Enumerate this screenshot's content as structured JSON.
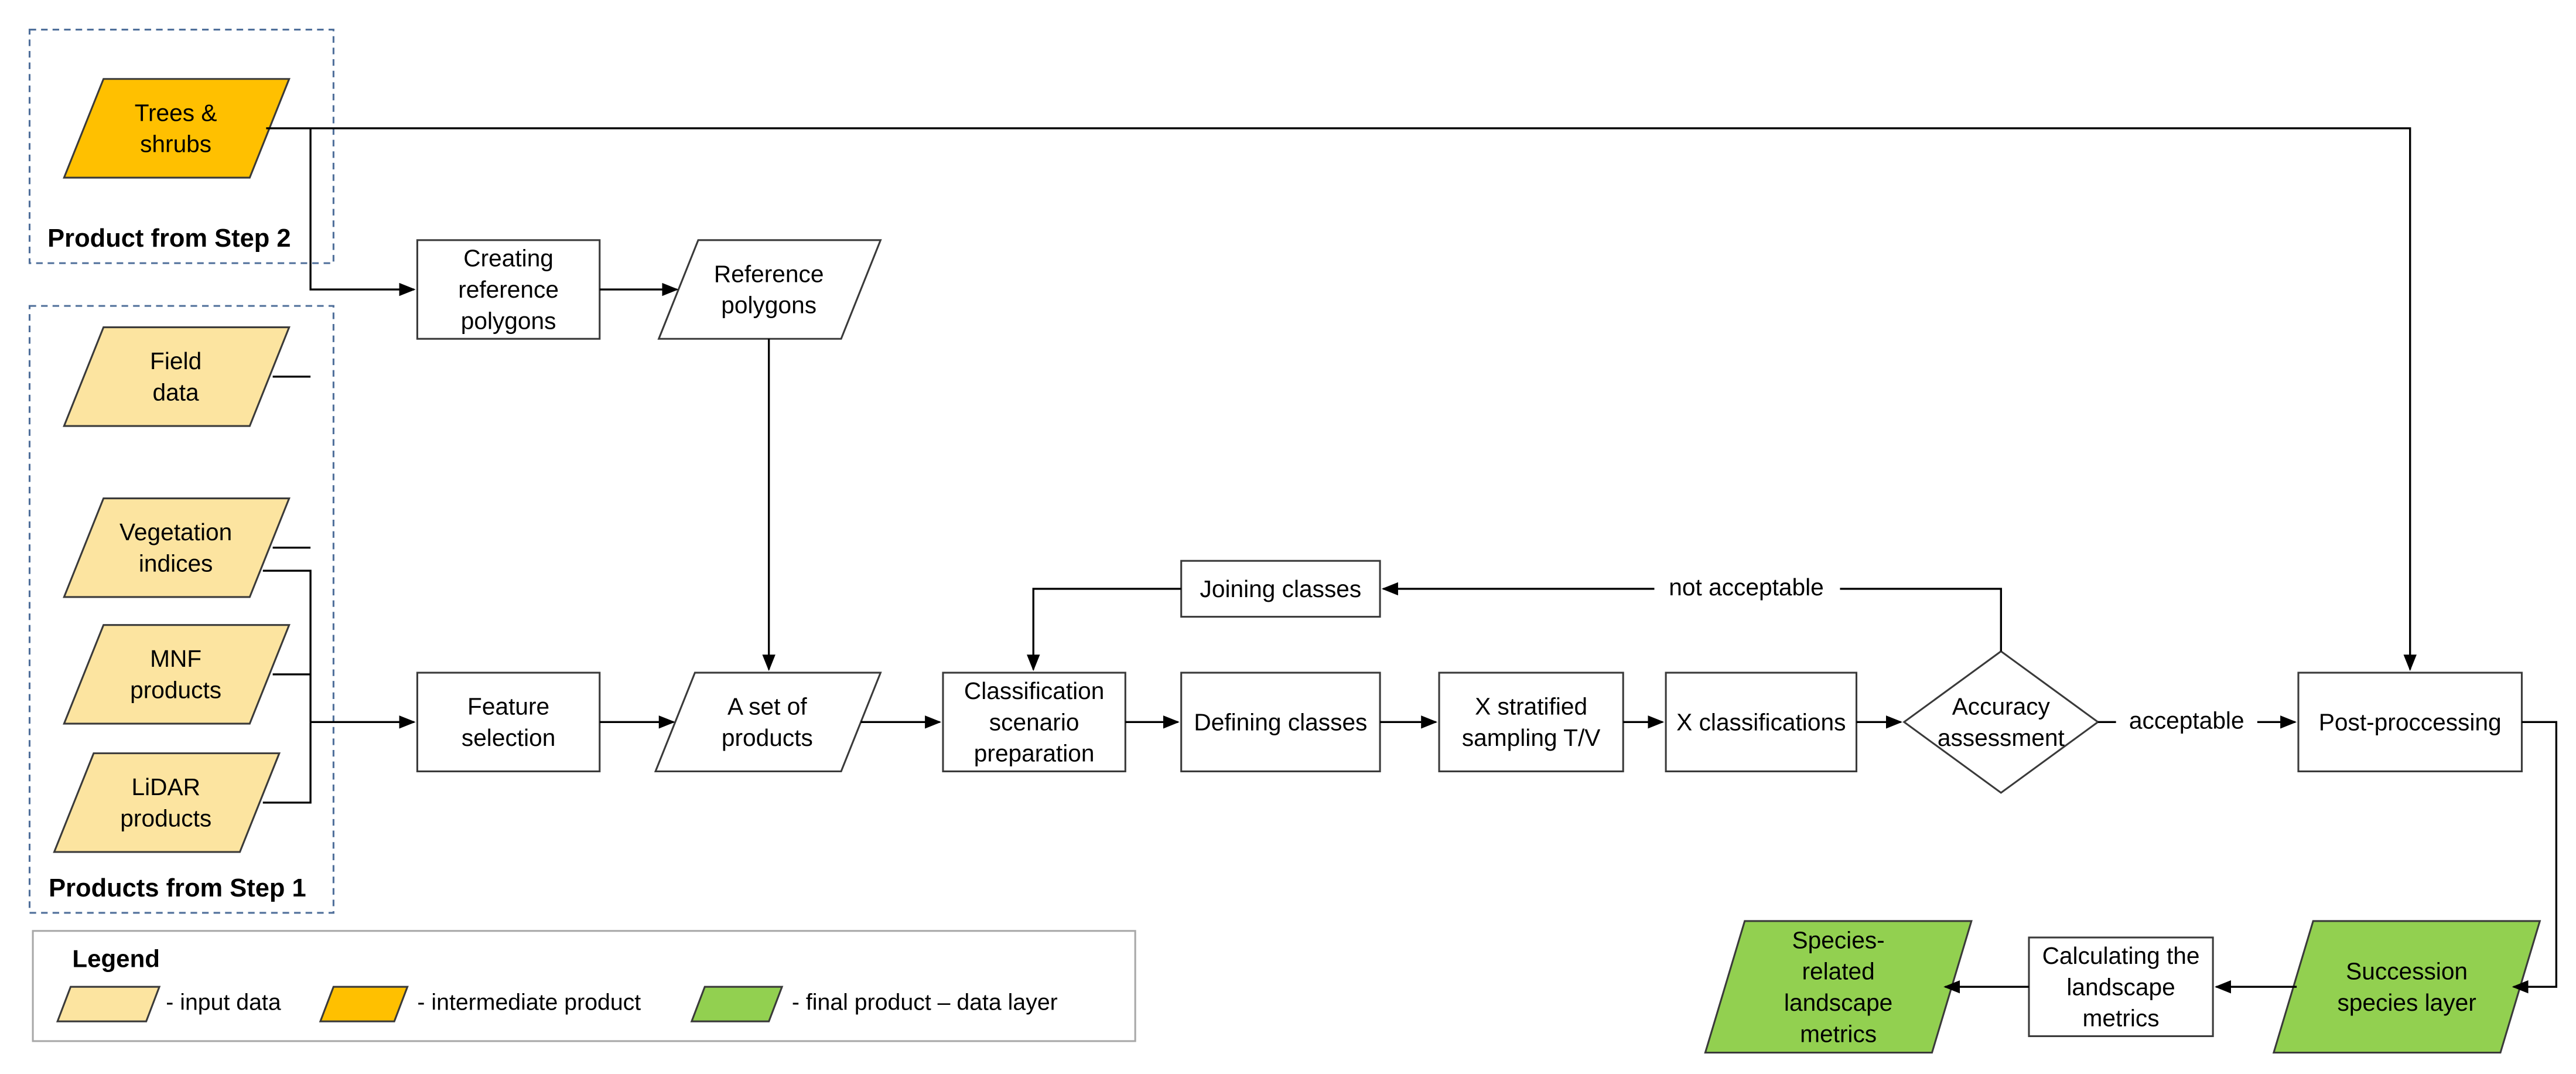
{
  "colors": {
    "input_data": "#FCE4A0",
    "intermediate_product": "#FFC000",
    "final_product": "#92D050",
    "process": "#FFFFFF",
    "line": "#000000",
    "group_border": "#4F6F9A"
  },
  "groups": {
    "step2": "Product from Step 2",
    "step1": "Products from Step 1"
  },
  "nodes": {
    "trees_shrubs": [
      "Trees &",
      "shrubs"
    ],
    "field_data": [
      "Field",
      "data"
    ],
    "vegetation_indices": [
      "Vegetation",
      "indices"
    ],
    "mnf_products": [
      "MNF",
      "products"
    ],
    "lidar_products": [
      "LiDAR",
      "products"
    ],
    "creating_reference_polygons": [
      "Creating",
      "reference",
      "polygons"
    ],
    "reference_polygons": [
      "Reference",
      "polygons"
    ],
    "feature_selection": [
      "Feature",
      "selection"
    ],
    "set_of_products": [
      "A set of",
      "products"
    ],
    "classification_scenario_preparation": [
      "Classification",
      "scenario",
      "preparation"
    ],
    "defining_classes": [
      "Defining classes"
    ],
    "x_stratified_sampling": [
      "X stratified",
      "sampling T/V"
    ],
    "x_classifications": [
      "X classifications"
    ],
    "accuracy_assessment": [
      "Accuracy",
      "assessment"
    ],
    "joining_classes": [
      "Joining classes"
    ],
    "post_processing": [
      "Post-proccessing"
    ],
    "succession_species_layer": [
      "Succession",
      "species layer"
    ],
    "calculating_landscape_metrics": [
      "Calculating the",
      "landscape",
      "metrics"
    ],
    "species_related_landscape_metrics": [
      "Species-",
      "related",
      "landscape",
      "metrics"
    ]
  },
  "edge_labels": {
    "not_acceptable": "not acceptable",
    "acceptable": "acceptable"
  },
  "legend": {
    "title": "Legend",
    "items": [
      {
        "label": "- input data",
        "color": "#FCE4A0"
      },
      {
        "label": "- intermediate product",
        "color": "#FFC000"
      },
      {
        "label": "- final product – data layer",
        "color": "#92D050"
      }
    ]
  }
}
